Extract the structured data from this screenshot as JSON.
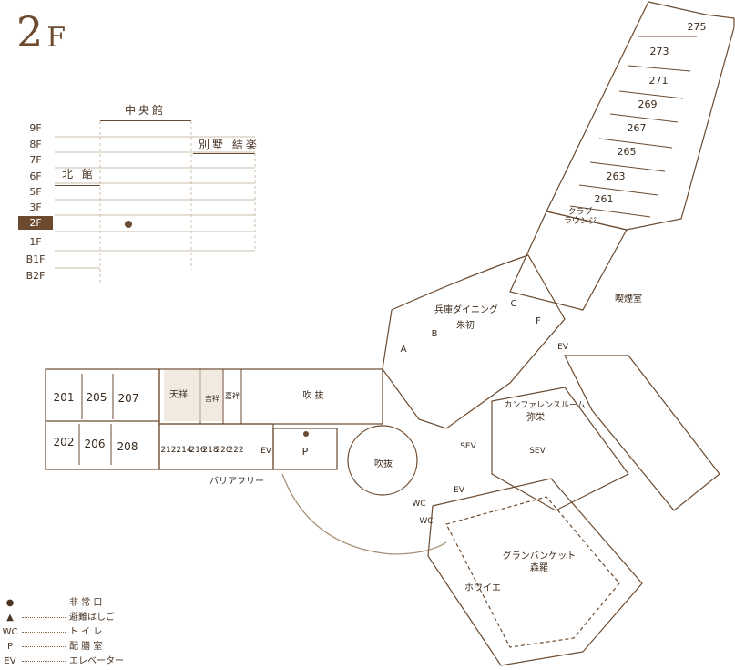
{
  "floor": {
    "number": "2",
    "suffix": "F"
  },
  "floor_index": {
    "buildings": [
      "中央館",
      "別墅 結楽",
      "北 館"
    ],
    "floors": [
      "9F",
      "8F",
      "7F",
      "6F",
      "5F",
      "3F",
      "2F",
      "1F",
      "B1F",
      "B2F"
    ],
    "current": "2F"
  },
  "rooms": {
    "annex": [
      "275",
      "273",
      "271",
      "269",
      "267",
      "265",
      "263",
      "261"
    ],
    "north": [
      "201",
      "205",
      "207",
      "202",
      "206",
      "208"
    ],
    "central": [
      "212",
      "214",
      "216",
      "218",
      "220",
      "222"
    ]
  },
  "labels": {
    "club_lounge": "クラブ\nラウンジ",
    "smoking": "喫煙室",
    "dining": "兵庫ダイニング",
    "dining_name": "朱初",
    "sec_a": "A",
    "sec_b": "B",
    "sec_c": "C",
    "sec_f": "F",
    "conference": "カンファレンスルーム",
    "conference_name": "弥栄",
    "tenshou": "天祥",
    "kissho": "吉祥",
    "kaki": "嘉祥",
    "atrium1": "吹 抜",
    "atrium2": "吹抜",
    "barrier": "バリアフリー",
    "grand": "グランバンケット",
    "grand_name": "森羅",
    "foyer": "ホワイエ",
    "ev": "EV",
    "sev": "SEV",
    "wc": "WC",
    "p": "P"
  },
  "legend": [
    {
      "symbol": "●",
      "label": "非 常 口"
    },
    {
      "symbol": "▲",
      "label": "避難はしご"
    },
    {
      "symbol": "WC",
      "label": "ト イ レ"
    },
    {
      "symbol": "P",
      "label": "配 膳 室"
    },
    {
      "symbol": "EV",
      "label": "エレベーター"
    }
  ],
  "colors": {
    "brand": "#6b4a2f",
    "line": "#6b4a2f",
    "highlight": "#e8dccb"
  }
}
